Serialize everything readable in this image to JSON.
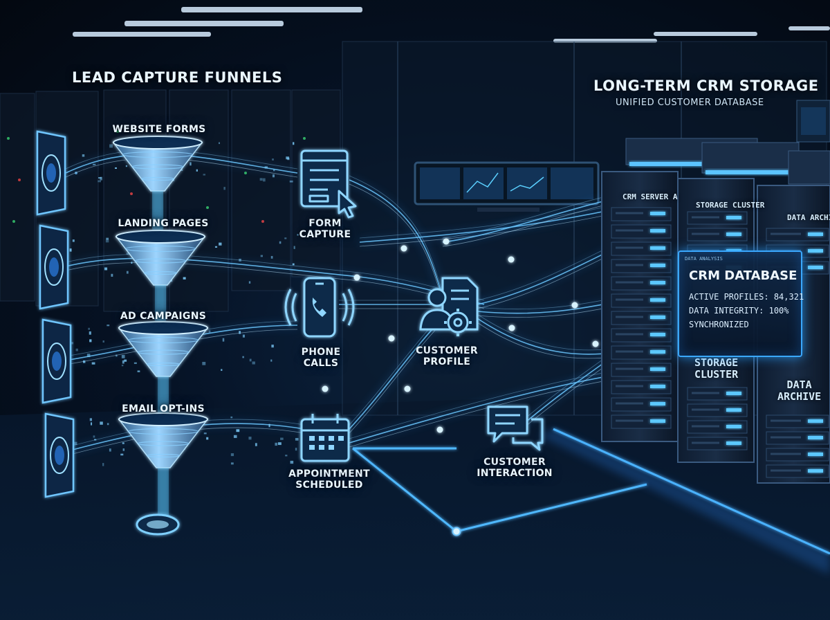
{
  "header": {
    "left_title": "LEAD CAPTURE FUNNELS",
    "right_title": "LONG-TERM CRM STORAGE",
    "right_subtitle": "UNIFIED CUSTOMER DATABASE"
  },
  "funnels": [
    {
      "label": "WEBSITE FORMS"
    },
    {
      "label": "LANDING PAGES"
    },
    {
      "label": "AD CAMPAIGNS"
    },
    {
      "label": "EMAIL OPT-INS"
    }
  ],
  "touchpoints": {
    "form_capture": {
      "line1": "FORM",
      "line2": "CAPTURE",
      "icon": "form-cursor-icon"
    },
    "phone_calls": {
      "line1": "PHONE",
      "line2": "CALLS",
      "icon": "phone-icon"
    },
    "customer_profile": {
      "line1": "CUSTOMER",
      "line2": "PROFILE",
      "icon": "profile-gear-icon"
    },
    "appointment": {
      "line1": "APPOINTMENT",
      "line2": "SCHEDULED",
      "icon": "calendar-icon"
    },
    "interaction": {
      "line1": "CUSTOMER",
      "line2": "INTERACTION",
      "icon": "chat-bubbles-icon"
    }
  },
  "racks": {
    "server_a": "CRM SERVER A",
    "storage_top": "STORAGE CLUSTER",
    "archive_top": "DATA ARCHIVE",
    "storage_bottom_1": "STORAGE",
    "storage_bottom_2": "CLUSTER",
    "archive_bottom_1": "DATA",
    "archive_bottom_2": "ARCHIVE"
  },
  "crm_panel": {
    "tiny_header": "DATA ANALYSIS",
    "title": "CRM DATABASE",
    "active_profiles": "ACTIVE PROFILES: 84,321",
    "data_integrity": "DATA INTEGRITY: 100%",
    "status": "SYNCHRONIZED"
  },
  "colors": {
    "background": "#061326",
    "neon": "#3aa8ff",
    "glow": "#8ad8ff",
    "text": "#eaf6ff"
  }
}
